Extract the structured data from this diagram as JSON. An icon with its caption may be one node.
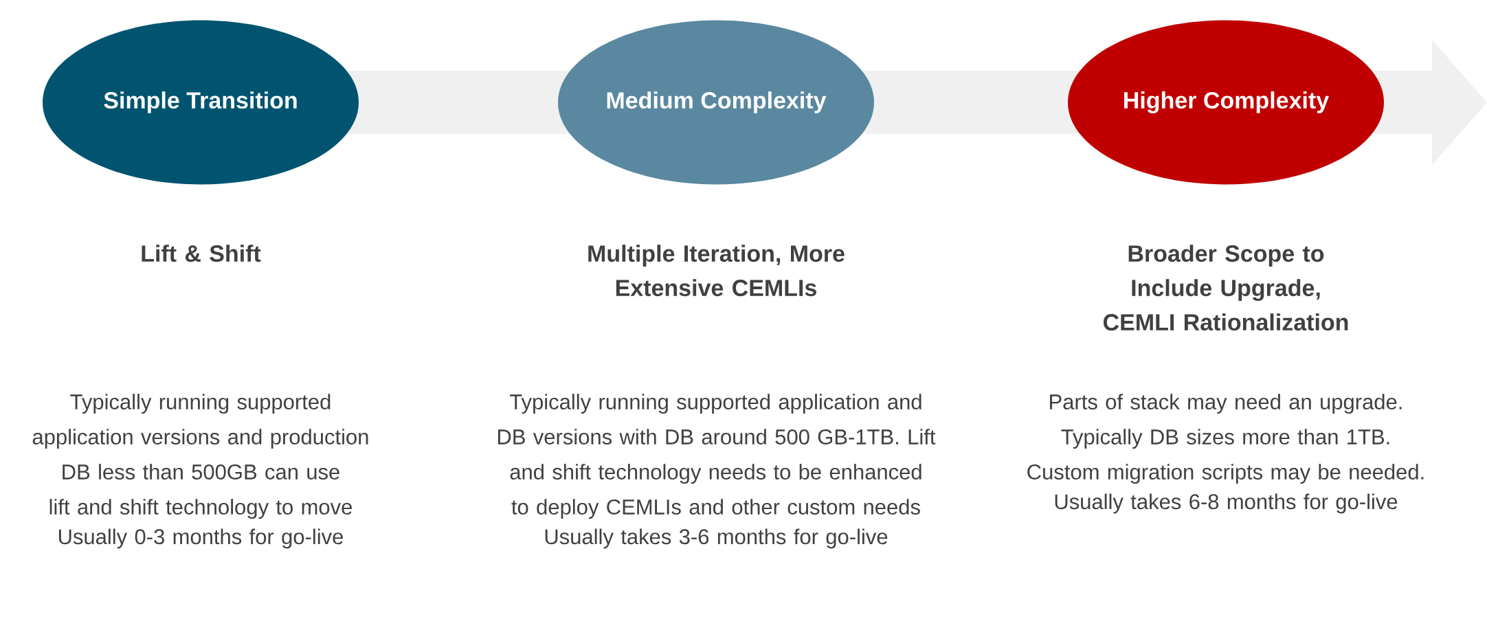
{
  "diagram": {
    "nodes": [
      {
        "text": [
          "Simple Transition"
        ],
        "beside": [
          "Lift & Shift",
          "Typically running supported application versions and production DB less than 500GB can use lift and shift technology to move",
          "Usually 0-3 months for go-live"
        ]
      },
      {
        "text": [
          "Medium Complexity"
        ],
        "beside": [
          "Multiple Iteration, More Extensive CEMLIs",
          "Typically running supported application and DB versions with DB around 500 GB-1TB. Lift and shift technology needs to be enhanced to deploy CEMLIs and other custom needs",
          "Usually takes 3-6 months for go-live"
        ]
      },
      {
        "text": [
          "Higher Complexity"
        ],
        "beside": [
          "Broader Scope to Include Upgrade, CEMLI Rationalization",
          "Parts of stack may need an upgrade. Typically DB sizes more than 1TB. Custom migration scripts may be needed.",
          "Usually takes 6-8 months for go-live"
        ]
      }
    ],
    "edges": []
  }
}
